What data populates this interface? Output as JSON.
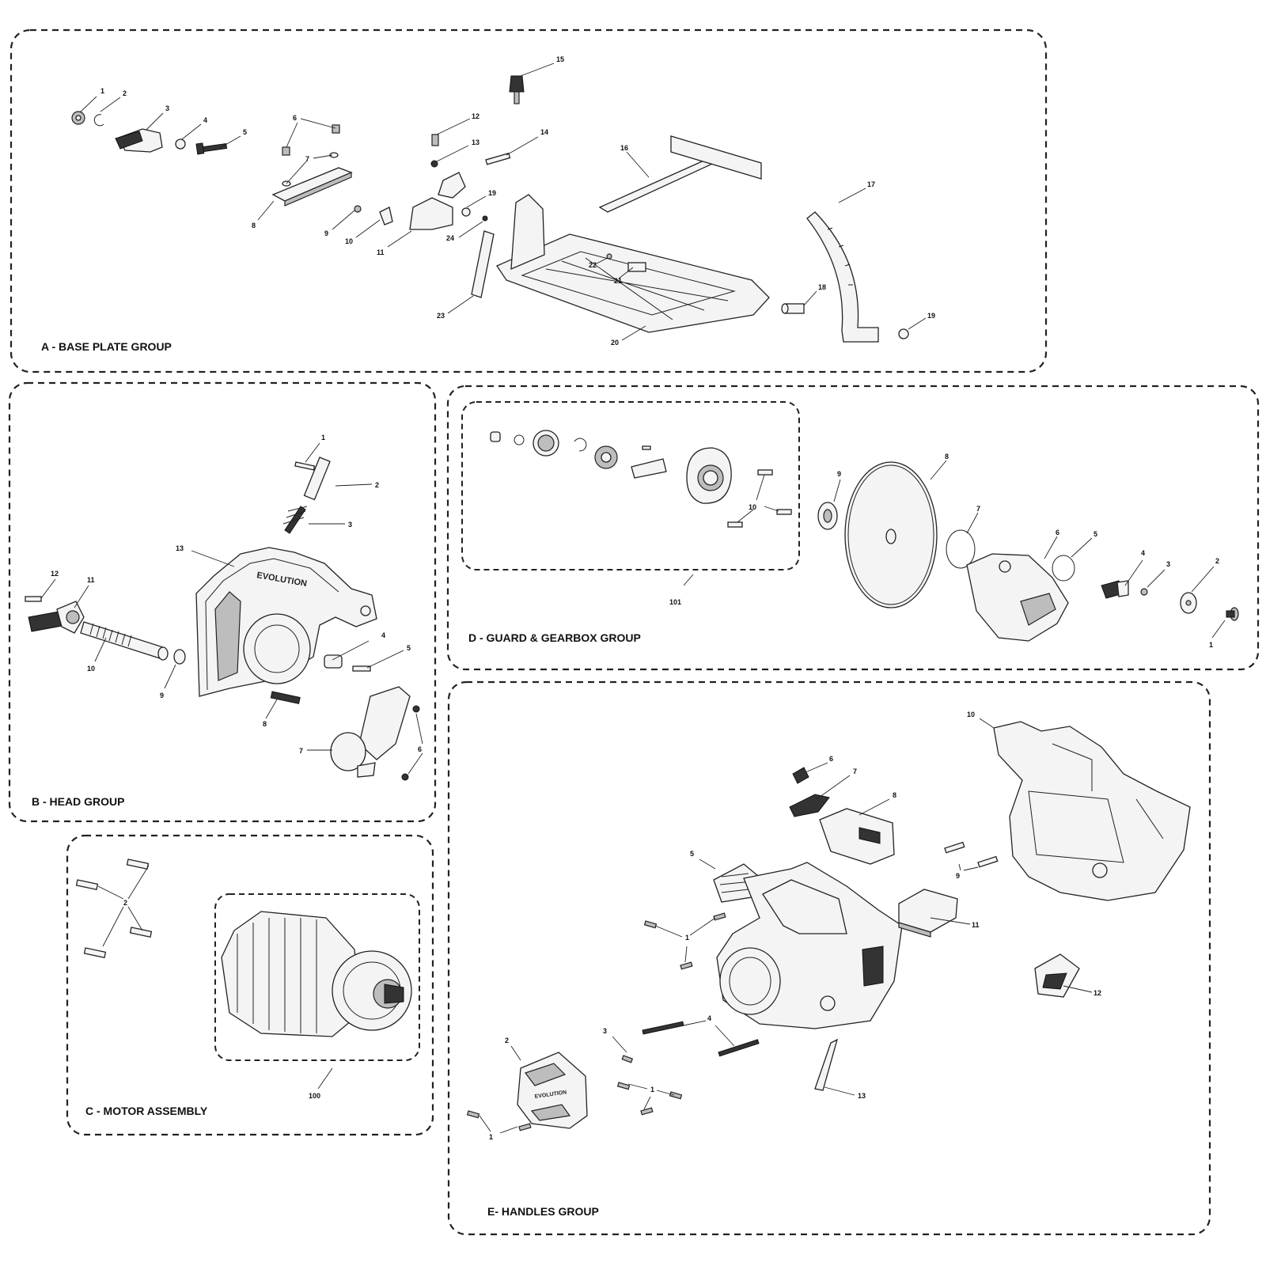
{
  "groups": {
    "a": {
      "title": "A - BASE PLATE GROUP",
      "labels": [
        "1",
        "2",
        "3",
        "4",
        "5",
        "6",
        "7",
        "8",
        "9",
        "10",
        "11",
        "12",
        "13",
        "14",
        "15",
        "16",
        "17",
        "18",
        "19",
        "19",
        "20",
        "21",
        "22",
        "23",
        "24"
      ]
    },
    "b": {
      "title": "B - HEAD GROUP",
      "labels": [
        "1",
        "2",
        "3",
        "4",
        "5",
        "6",
        "7",
        "8",
        "9",
        "10",
        "11",
        "12",
        "13"
      ]
    },
    "c": {
      "title": "C - MOTOR ASSEMBLY",
      "labels": [
        "2",
        "100"
      ]
    },
    "d": {
      "title": "D - GUARD & GEARBOX GROUP",
      "labels": [
        "1",
        "2",
        "3",
        "4",
        "5",
        "6",
        "7",
        "8",
        "9",
        "10",
        "101"
      ]
    },
    "e": {
      "title": "E- HANDLES GROUP",
      "labels": [
        "1",
        "1",
        "1",
        "2",
        "3",
        "4",
        "5",
        "6",
        "7",
        "8",
        "9",
        "10",
        "11",
        "12",
        "13"
      ]
    }
  },
  "brand_text": "EVOLUTION"
}
